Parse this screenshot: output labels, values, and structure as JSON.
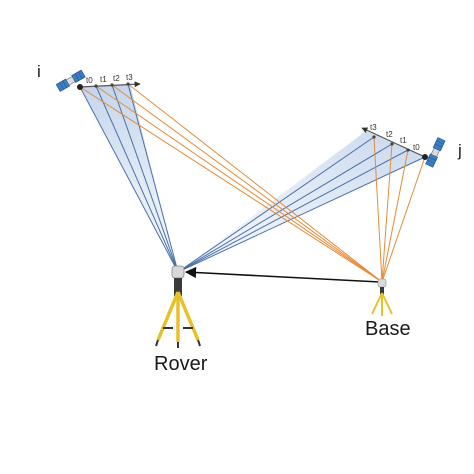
{
  "diagram": {
    "satellite_i_label": "i",
    "satellite_j_label": "j",
    "rover_label": "Rover",
    "base_label": "Base",
    "epochs_i": [
      "t0",
      "t1",
      "t2",
      "t3"
    ],
    "epochs_j": [
      "t0",
      "t1",
      "t2",
      "t3"
    ],
    "colors": {
      "rover_ray": "#4a6fa5",
      "base_ray": "#e58b3a",
      "fan_fill": "#c9d8ee",
      "tripod": "#e8c12a",
      "baseline_arrow": "#111111",
      "satellite_panel": "#3a7ec4"
    },
    "icons": [
      "satellite-icon",
      "tripod-icon",
      "receiver-icon"
    ]
  }
}
